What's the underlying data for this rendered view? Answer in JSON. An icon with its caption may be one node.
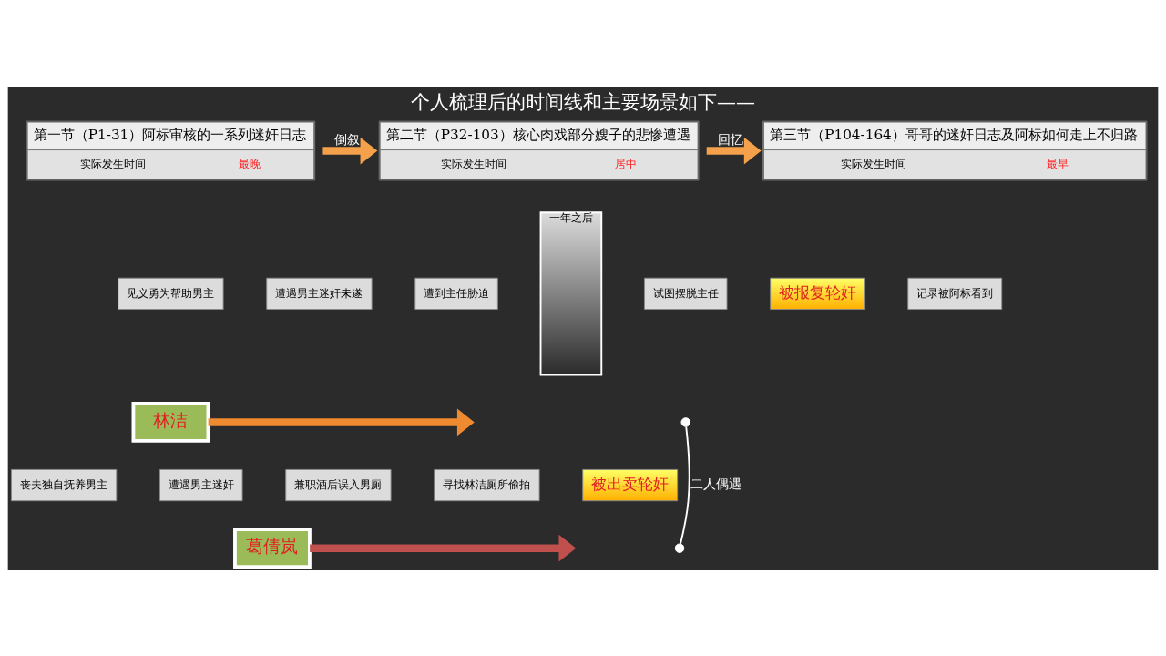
{
  "diagram": {
    "title": "个人梳理后的时间线和主要场景如下——",
    "nodes": [
      {
        "text": [
          "第一节（P1-31）阿标审核的一系列迷奸日志",
          "实际发生时间",
          "最晚"
        ]
      },
      {
        "text": [
          "第二节（P32-103）核心肉戏部分嫂子的悲惨遭遇",
          "实际发生时间",
          "居中"
        ]
      },
      {
        "text": [
          "第三节（P104-164）哥哥的迷奸日志及阿标如何走上不归路",
          "实际发生时间",
          "最早"
        ]
      },
      {
        "text": [
          "一年之后"
        ]
      },
      {
        "text": [
          "见义勇为帮助男主"
        ]
      },
      {
        "text": [
          "遭遇男主迷奸未遂"
        ]
      },
      {
        "text": [
          "遭到主任胁迫"
        ]
      },
      {
        "text": [
          "试图摆脱主任"
        ]
      },
      {
        "text": [
          "被报复轮奸"
        ]
      },
      {
        "text": [
          "记录被阿标看到"
        ]
      },
      {
        "text": [
          "林洁"
        ]
      },
      {
        "text": [],
        "shape": "circle"
      },
      {
        "text": [
          "丧夫独自抚养男主"
        ]
      },
      {
        "text": [
          "遭遇男主迷奸"
        ]
      },
      {
        "text": [
          "兼职酒后误入男厕"
        ]
      },
      {
        "text": [
          "寻找林洁厕所偷拍"
        ]
      },
      {
        "text": [
          "被出卖轮奸"
        ]
      },
      {
        "text": [
          "葛倩岚"
        ]
      },
      {
        "text": [],
        "shape": "circle"
      }
    ],
    "edges": [
      {
        "from": 0,
        "to": 1,
        "arrow": "to",
        "label": "倒叙",
        "color": "#f5a04a"
      },
      {
        "from": 1,
        "to": 2,
        "arrow": "to",
        "label": "回忆",
        "color": "#f5a04a"
      },
      {
        "from": 10,
        "to": null,
        "arrow": "to",
        "color": "#f08a30"
      },
      {
        "from": 17,
        "to": null,
        "arrow": "to",
        "color": "#c0504d"
      },
      {
        "from": 11,
        "to": 18,
        "arrow": "none",
        "label": "二人偶遇",
        "color": "#ffffff"
      }
    ]
  }
}
